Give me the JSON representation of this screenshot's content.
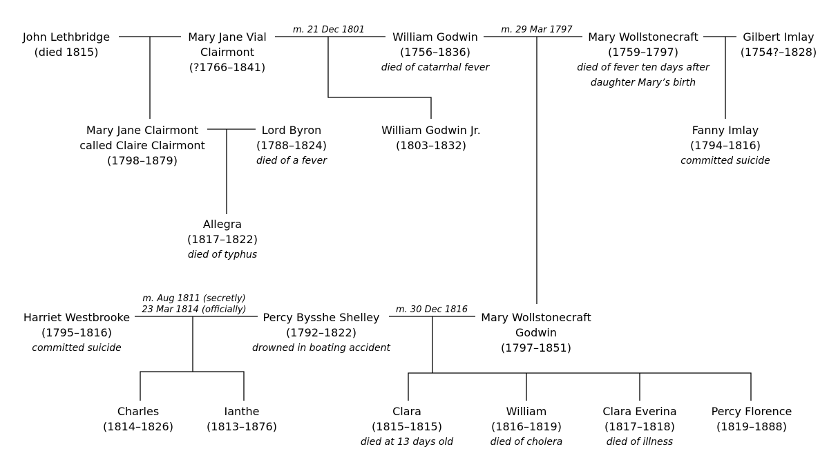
{
  "people": {
    "lethbridge": {
      "name": "John Lethbridge",
      "dates": "(died 1815)"
    },
    "mjvial": {
      "name": "Mary Jane Vial",
      "name2": "Clairmont",
      "dates": "(?1766–1841)"
    },
    "godwin": {
      "name": "William Godwin",
      "dates": "(1756–1836)",
      "note": "died of catarrhal fever"
    },
    "wollstonecraft": {
      "name": "Mary Wollstonecraft",
      "dates": "(1759–1797)",
      "note": "died of fever ten days after",
      "note2": "daughter Mary’s birth"
    },
    "imlay": {
      "name": "Gilbert Imlay",
      "dates": "(1754?–1828)"
    },
    "claire": {
      "name": "Mary Jane Clairmont",
      "name2": "called Claire Clairmont",
      "dates": "(1798–1879)"
    },
    "byron": {
      "name": "Lord Byron",
      "dates": "(1788–1824)",
      "note": "died of a fever"
    },
    "godwinjr": {
      "name": "William Godwin Jr.",
      "dates": "(1803–1832)"
    },
    "fanny": {
      "name": "Fanny Imlay",
      "dates": "(1794–1816)",
      "note": "committed suicide"
    },
    "allegra": {
      "name": "Allegra",
      "dates": "(1817–1822)",
      "note": "died of typhus"
    },
    "harriet": {
      "name": "Harriet Westbrooke",
      "dates": "(1795–1816)",
      "note": "committed suicide"
    },
    "percy": {
      "name": "Percy Bysshe Shelley",
      "dates": "(1792–1822)",
      "note": "drowned in boating accident"
    },
    "marysg": {
      "name": "Mary Wollstonecraft",
      "name2": "Godwin",
      "dates": "(1797–1851)"
    },
    "charles": {
      "name": "Charles",
      "dates": "(1814–1826)"
    },
    "ianthe": {
      "name": "Ianthe",
      "dates": "(1813–1876)"
    },
    "clara": {
      "name": "Clara",
      "dates": "(1815–1815)",
      "note": "died at 13 days old"
    },
    "william": {
      "name": "William",
      "dates": "(1816–1819)",
      "note": "died of cholera"
    },
    "claraeverina": {
      "name": "Clara Everina",
      "dates": "(1817–1818)",
      "note": "died of illness"
    },
    "percyflorence": {
      "name": "Percy Florence",
      "dates": "(1819–1888)"
    }
  },
  "marriages": {
    "godwin_vial": "m. 21 Dec 1801",
    "godwin_wollstonecraft": "m. 29 Mar 1797",
    "shelley_westbrooke_1": "m. Aug 1811 (secretly)",
    "shelley_westbrooke_2": "23 Mar 1814 (officially)",
    "shelley_godwin": "m. 30 Dec 1816"
  },
  "colors": {
    "line": "#000000",
    "text": "#000000",
    "background": "#ffffff"
  }
}
